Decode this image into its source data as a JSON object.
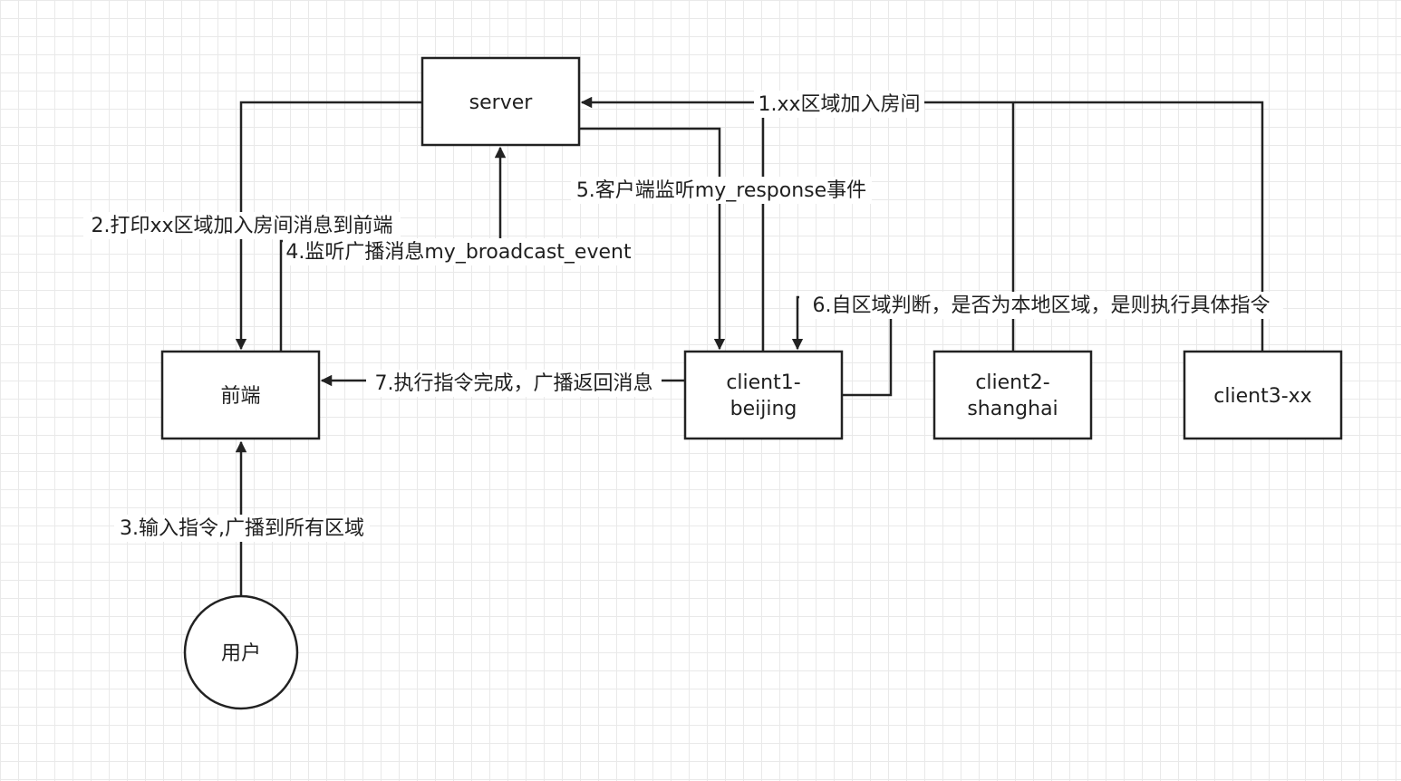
{
  "nodes": {
    "server": "server",
    "frontend": "前端",
    "client1_line1": "client1-",
    "client1_line2": "beijing",
    "client2_line1": "client2-",
    "client2_line2": "shanghai",
    "client3": "client3-xx",
    "user": "用户"
  },
  "edges": {
    "step1": "1.xx区域加入房间",
    "step2": "2.打印xx区域加入房间消息到前端",
    "step3": "3.输入指令,广播到所有区域",
    "step4": "4.监听广播消息my_broadcast_event",
    "step5": "5.客户端监听my_response事件",
    "step6": "6.自区域判断，是否为本地区域，是则执行具体指令",
    "step7": "7.执行指令完成，广播返回消息"
  },
  "colors": {
    "stroke": "#222222",
    "text": "#1f1f1f",
    "grid": "#e9e9e9"
  }
}
